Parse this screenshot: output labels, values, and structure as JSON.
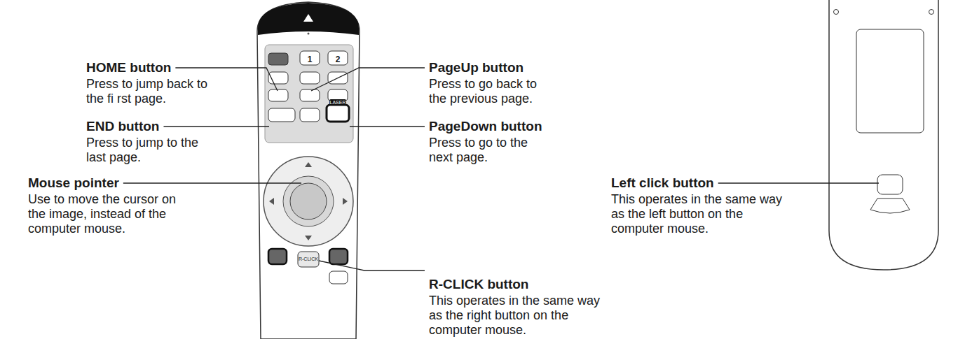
{
  "diagram": {
    "labels": [
      "HOME button",
      "Press to jump back to the fi rst page.",
      "END button",
      "Press to jump to the last page.",
      "Mouse pointer",
      "Use to move the cursor on the image, instead of the computer mouse.",
      "PageUp button",
      "Press to go back to the previous page.",
      "PageDown button",
      "Press to go to the next page.",
      "R-CLICK button",
      "This operates in the same way as the right button on the computer mouse.",
      "Left click button",
      "This operates in the same way as the left button on the computer mouse.",
      "1",
      "2",
      "LASER",
      "R-CLICK"
    ]
  }
}
